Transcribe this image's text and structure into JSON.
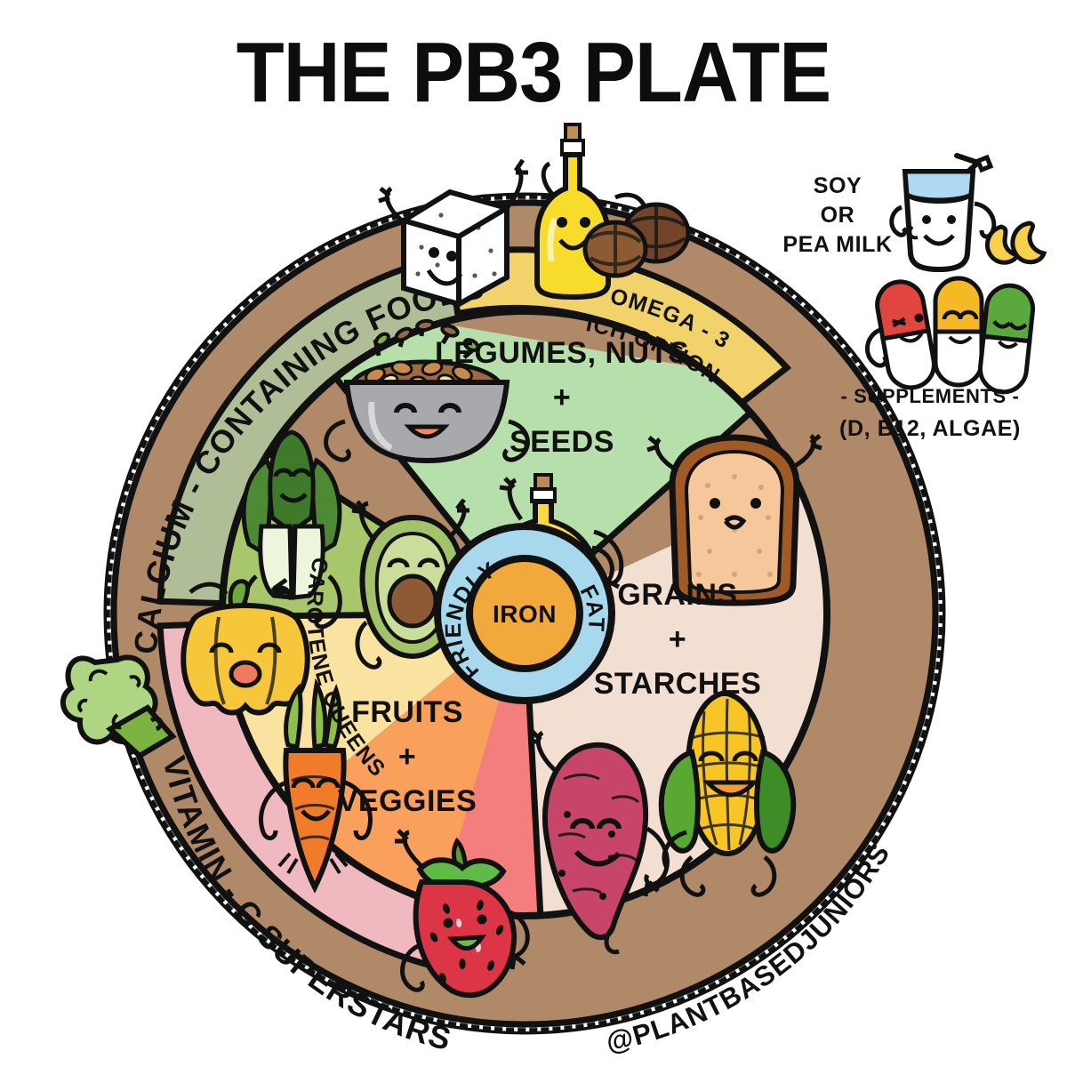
{
  "title": "THE PB3 PLATE",
  "watermark": "@PLANTBASEDJUNIORS",
  "center": {
    "core_label": "IRON",
    "ring_left_label": "FRIENDLY",
    "ring_right_label": "FAT",
    "core_color": "#F2A93B",
    "ring_color": "#A8D8EE"
  },
  "outer_ring_labels": [
    {
      "id": "calcium",
      "text": "CALCIUM - CONTAINING FOODS",
      "color": "#AFBE96"
    },
    {
      "id": "omega3",
      "text": "OMEGA - 3",
      "text2": "RICH OPTIONS",
      "color": "#F2D36B"
    },
    {
      "id": "vitaminc",
      "text": "VITAMIN - C SUPERSTARS",
      "color": "#F0B9C0"
    },
    {
      "id": "plate_rim",
      "text": "",
      "color": "#B08968"
    }
  ],
  "wedges": [
    {
      "id": "legumes",
      "label_lines": [
        "LEGUMES, NUTS",
        "+",
        "SEEDS"
      ],
      "color": "#B7DFAB",
      "icons": [
        "bowl-of-legumes-icon"
      ]
    },
    {
      "id": "grains",
      "label_lines": [
        "GRAINS",
        "+",
        "STARCHES"
      ],
      "color": "#F3DFD2",
      "icons": [
        "bread-slice-icon",
        "corn-icon",
        "sweet-potato-icon"
      ]
    },
    {
      "id": "fruits",
      "label_lines": [
        "FRUITS",
        "+",
        "VEGGIES"
      ],
      "color": "#F9A15C",
      "color2": "#F47E7E",
      "icons": [
        "carrot-icon",
        "strawberry-icon"
      ]
    },
    {
      "id": "carotene_wedge",
      "label_lines": [],
      "color": "#FAE2A0",
      "icons": [
        "yellow-bell-pepper-icon"
      ]
    },
    {
      "id": "greens",
      "label_lines": [],
      "color": "#A8C66C",
      "icons": [
        "bok-choy-icon"
      ]
    }
  ],
  "inner_curved_label": {
    "id": "carotene_queens",
    "text": "CAROTENE QUEENS"
  },
  "floating_icons": [
    {
      "id": "tofu",
      "name": "tofu-cube-icon"
    },
    {
      "id": "oil",
      "name": "oil-bottle-icon"
    },
    {
      "id": "walnuts",
      "name": "walnuts-icon"
    },
    {
      "id": "avocado",
      "name": "avocado-icon"
    },
    {
      "id": "oil_center",
      "name": "oil-jug-icon"
    },
    {
      "id": "broccoli",
      "name": "broccoli-icon"
    }
  ],
  "side_panel": {
    "milk": {
      "lines": [
        "SOY",
        "OR",
        "PEA MILK"
      ],
      "icon": "glass-of-milk-icon",
      "bean_icon": "soy-beans-icon"
    },
    "supplements": {
      "caption": "- SUPPLEMENTS -",
      "detail": "(D, B12, ALGAE)",
      "icon": "supplement-capsules-icon",
      "capsule_colors": [
        "#E0453E",
        "#F5B925",
        "#5BA83F"
      ]
    }
  }
}
